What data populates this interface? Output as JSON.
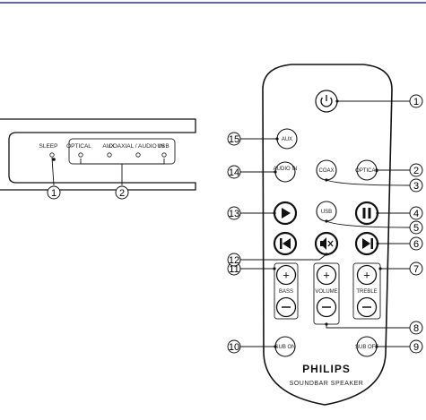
{
  "unit": {
    "led_labels": [
      "OPTICAL",
      "AUX",
      "COAXIAL / AUDIO IN",
      "USB"
    ],
    "power_label": "SLEEP",
    "callouts": [
      "1",
      "2"
    ]
  },
  "remote": {
    "buttons": {
      "aux": "AUX",
      "audio_in": "AUDIO IN",
      "coax": "COAX",
      "optical": "OPTICAL",
      "usb": "USB",
      "sub_on": "SUB ON",
      "sub_off": "SUB OFF"
    },
    "group_labels": {
      "bass": "BASS",
      "volume": "VOLUME",
      "treble": "TREBLE"
    },
    "brand": "PHILIPS",
    "model": "SOUNDBAR SPEAKER",
    "callouts": [
      "1",
      "2",
      "3",
      "4",
      "5",
      "6",
      "7",
      "8",
      "9",
      "10",
      "11",
      "12",
      "13",
      "14",
      "15"
    ]
  },
  "colors": {
    "line": "#1a1a1a",
    "accent": "#2a3a7a"
  }
}
